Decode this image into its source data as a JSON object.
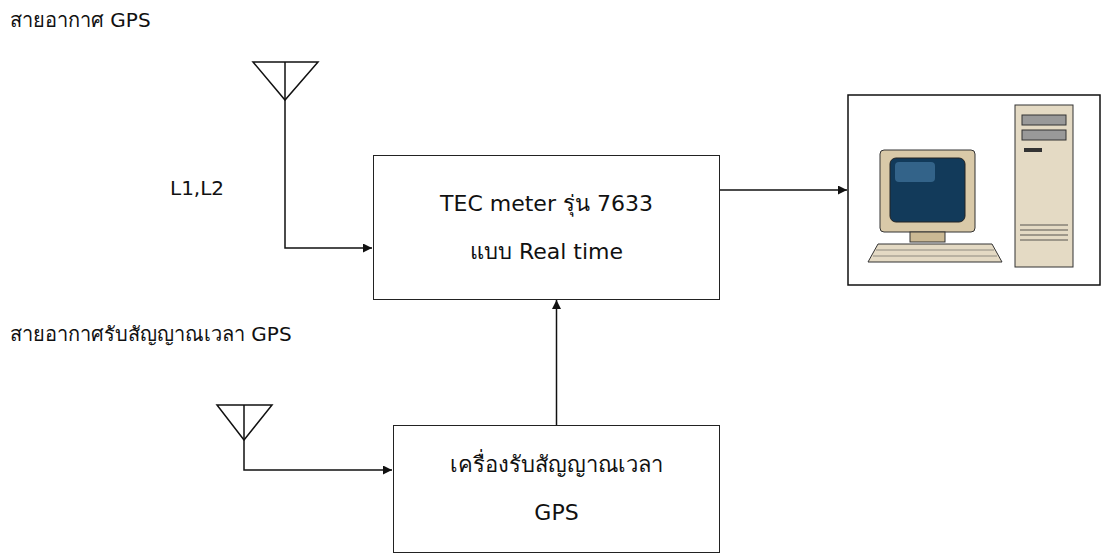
{
  "diagram": {
    "nodes": [
      {
        "text": [
          "TEC meter รุ่น 7633 แบบ Real time"
        ]
      },
      {
        "text": [
          "เครื่องรับสัญญาณเวลา GPS"
        ]
      }
    ],
    "edges": [
      {
        "from": 1,
        "to": 0,
        "arrow": "to"
      }
    ],
    "labels": [
      "สายอากาศ GPS",
      "L1,L2",
      "สายอากาศรับสัญญาณเวลา GPS"
    ]
  }
}
